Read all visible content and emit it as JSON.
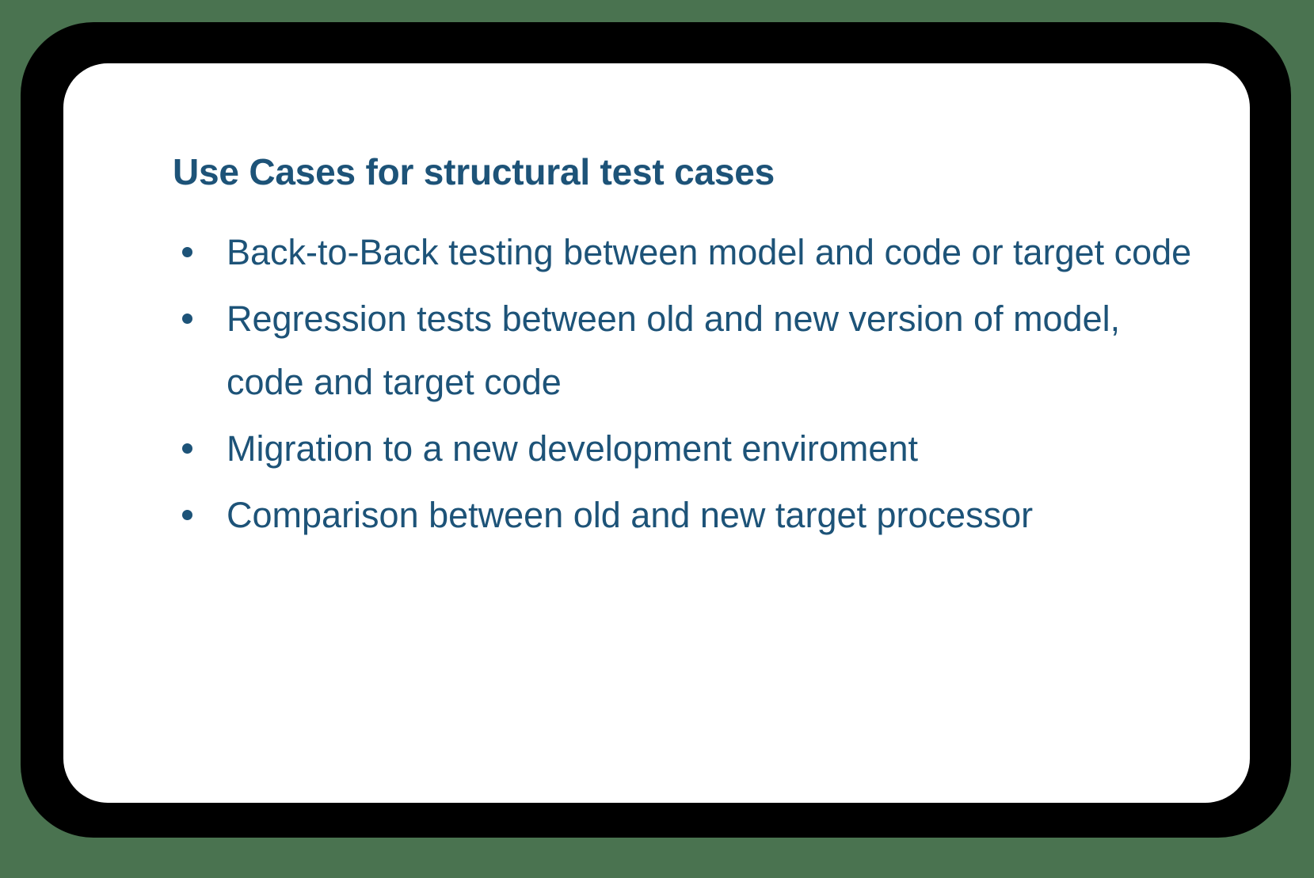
{
  "colors": {
    "page_background": "#4a7350",
    "frame_border": "#000000",
    "card_background": "#ffffff",
    "text_accent": "#1d5378"
  },
  "slide": {
    "title": "Use Cases for structural test cases",
    "bullet_marker": "•",
    "bullets": [
      {
        "text": "Back-to-Back testing between model and code or target code"
      },
      {
        "text": "Regression tests between old and new version of model, code and target code"
      },
      {
        "text": "Migration to a new development enviroment"
      },
      {
        "text": "Comparison between old and new target processor"
      }
    ]
  }
}
